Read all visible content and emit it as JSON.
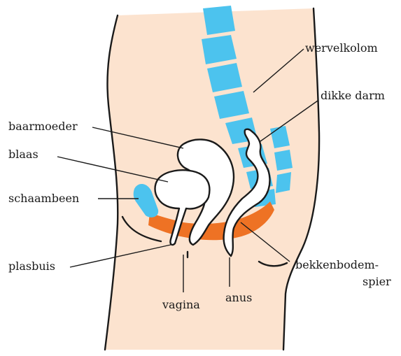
{
  "colors": {
    "skin": "#fce3cf",
    "bone": "#4cc3ee",
    "muscle": "#ee7224",
    "organ": "#ffffff",
    "line": "#1a1a1a"
  },
  "labels": {
    "wervelkolom": "wervelkolom",
    "dikke_darm": "dikke darm",
    "baarmoeder": "baarmoeder",
    "blaas": "blaas",
    "schaambeen": "schaambeen",
    "plasbuis": "plasbuis",
    "vagina": "vagina",
    "anus": "anus",
    "bekkenbodem_1": "bekkenbodem-",
    "bekkenbodem_2": "spier"
  }
}
